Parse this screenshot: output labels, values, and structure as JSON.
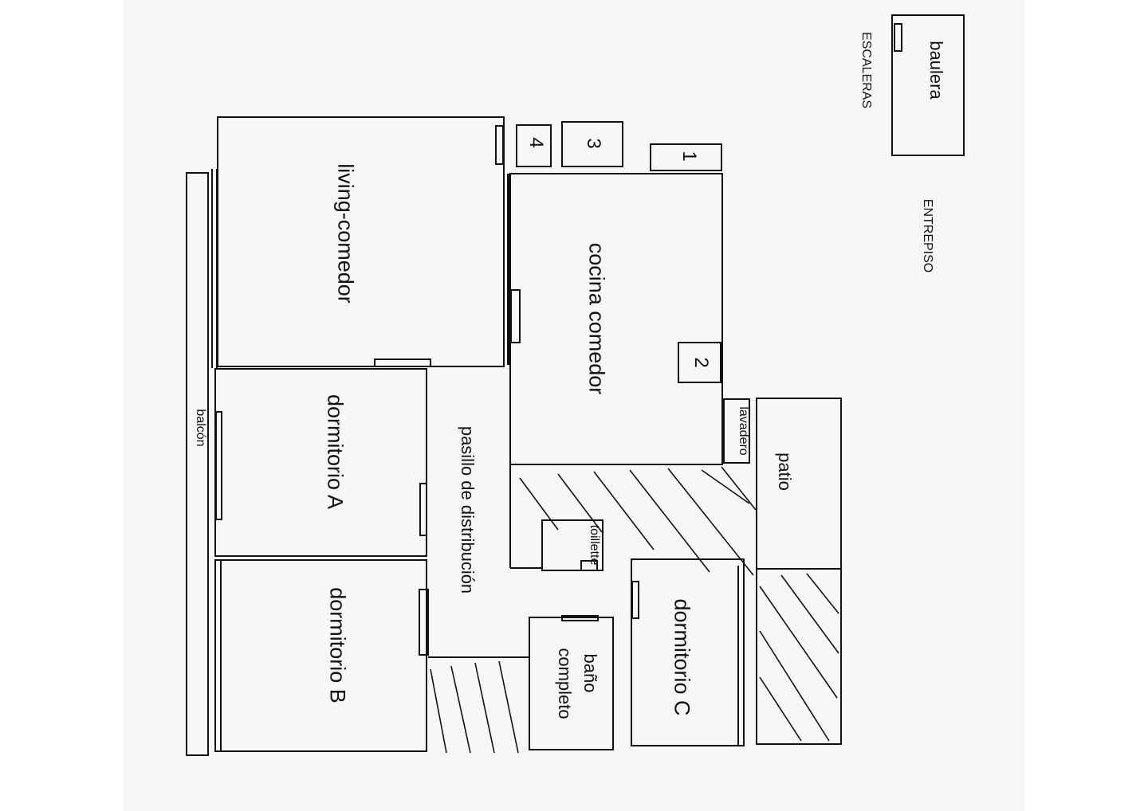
{
  "rooms": {
    "living": "living-comedor",
    "cocina": "cocina comedor",
    "dorm_a": "dormitorio A",
    "dorm_b": "dormitorio B",
    "dorm_c": "dormitorio C",
    "pasillo": "pasillo de distribución",
    "bano_line1": "baño",
    "bano_line2": "completo",
    "toilette": "toillette",
    "lavadero": "lavadero",
    "patio": "patio",
    "balcon": "balcón",
    "baulera": "baulera"
  },
  "labels": {
    "escaleras": "ESCALERAS",
    "entrepiso": "ENTREPISO"
  },
  "numbers": [
    "1",
    "2",
    "3",
    "4"
  ],
  "colors": {
    "line": "#111111",
    "paper": "#f7f7f5"
  }
}
